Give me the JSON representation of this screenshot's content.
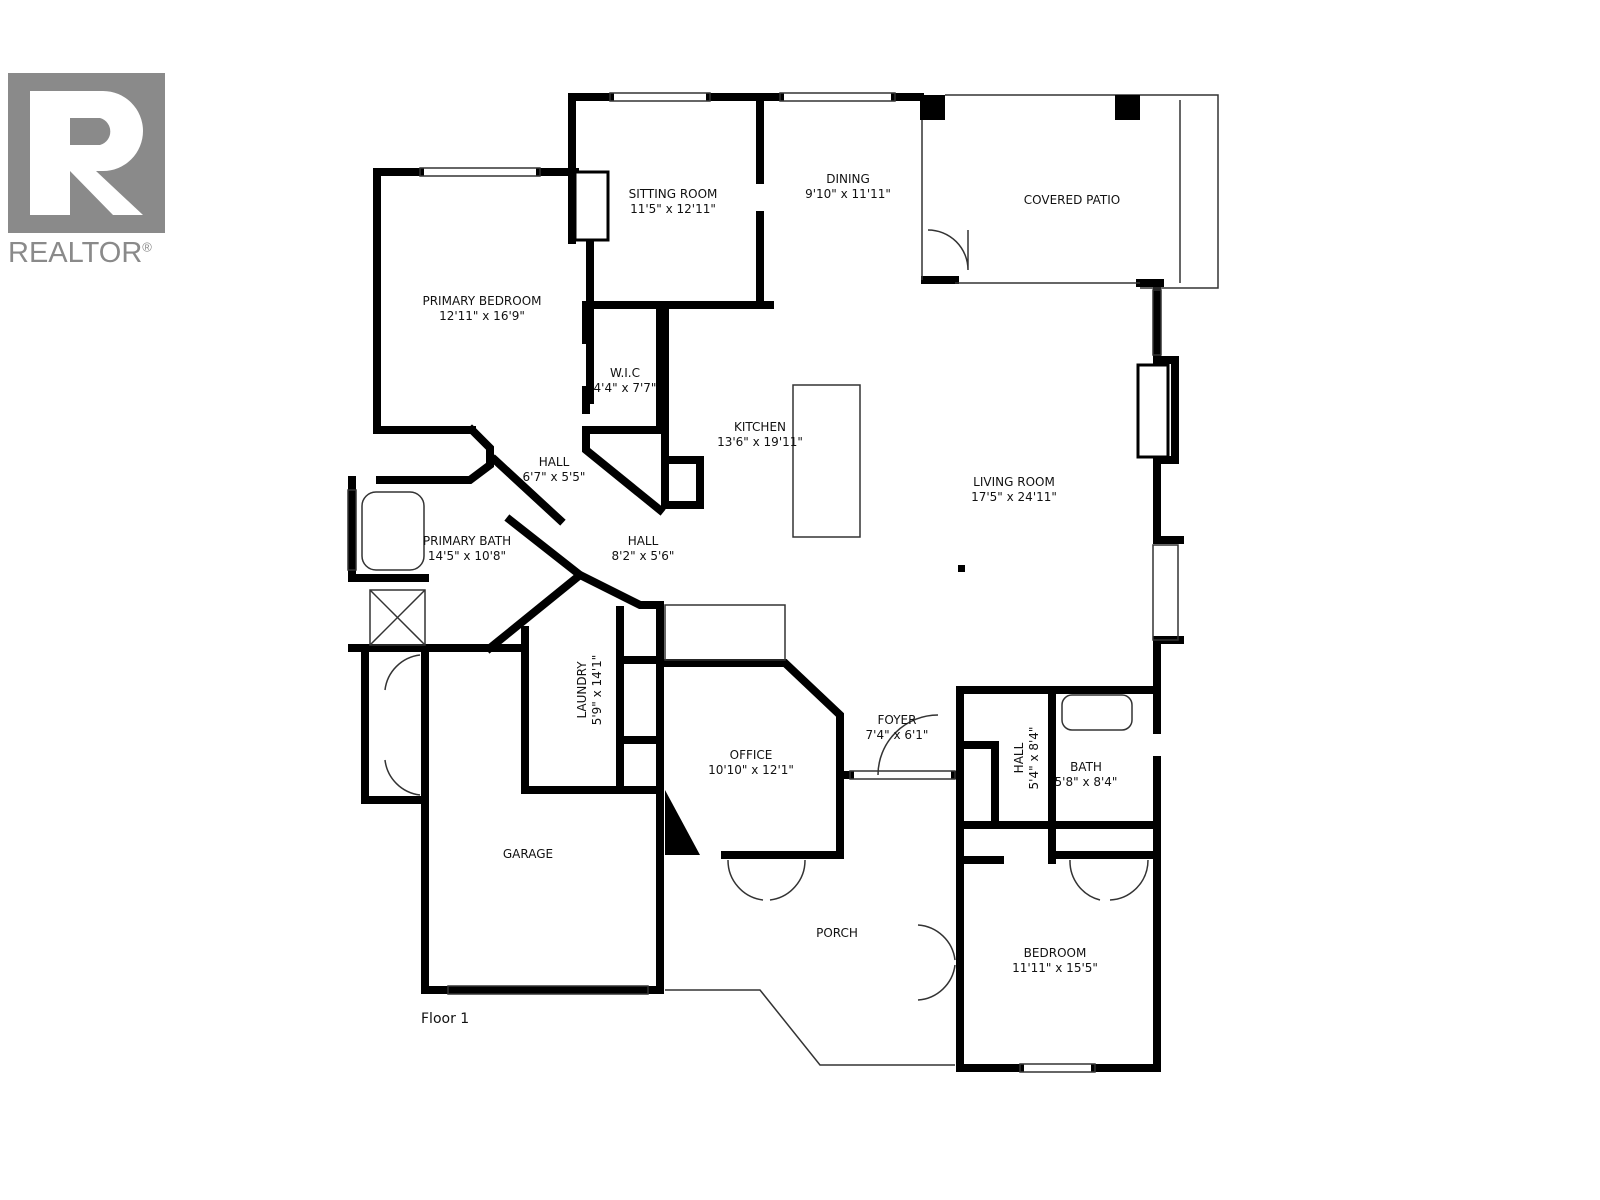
{
  "logo": {
    "text": "REALTOR",
    "mark": "®"
  },
  "floor_label": "Floor 1",
  "rooms": [
    {
      "name": "SITTING ROOM",
      "dims": "11'5\" x 12'11\""
    },
    {
      "name": "DINING",
      "dims": "9'10\" x 11'11\""
    },
    {
      "name": "COVERED PATIO",
      "dims": ""
    },
    {
      "name": "PRIMARY BEDROOM",
      "dims": "12'11\" x 16'9\""
    },
    {
      "name": "W.I.C",
      "dims": "4'4\" x 7'7\""
    },
    {
      "name": "KITCHEN",
      "dims": "13'6\" x 19'11\""
    },
    {
      "name": "HALL",
      "dims": "6'7\" x 5'5\""
    },
    {
      "name": "LIVING ROOM",
      "dims": "17'5\" x 24'11\""
    },
    {
      "name": "PRIMARY BATH",
      "dims": "14'5\" x 10'8\""
    },
    {
      "name": "HALL",
      "dims": "8'2\" x 5'6\""
    },
    {
      "name": "LAUNDRY",
      "dims": "5'9\" x 14'1\""
    },
    {
      "name": "FOYER",
      "dims": "7'4\" x 6'1\""
    },
    {
      "name": "HALL",
      "dims": "5'4\" x 8'4\""
    },
    {
      "name": "BATH",
      "dims": "5'8\" x 8'4\""
    },
    {
      "name": "OFFICE",
      "dims": "10'10\" x 12'1\""
    },
    {
      "name": "GARAGE",
      "dims": ""
    },
    {
      "name": "PORCH",
      "dims": ""
    },
    {
      "name": "BEDROOM",
      "dims": "11'11\" x 15'5\""
    }
  ]
}
